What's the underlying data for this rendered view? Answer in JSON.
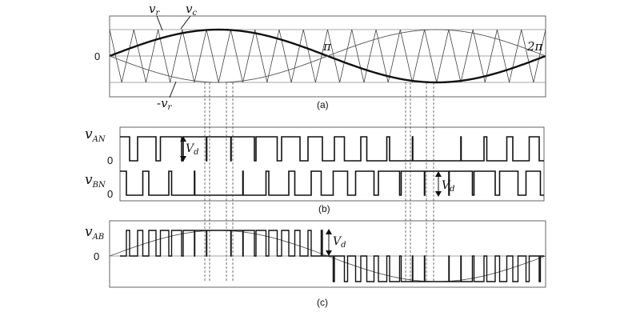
{
  "figure": {
    "panel_a": {
      "caption": "(a)",
      "labels": {
        "vr": "v",
        "vr_sub": "r",
        "vc": "v",
        "vc_sub": "c",
        "neg_vr": "-v",
        "neg_vr_sub": "r",
        "zero": "0",
        "pi": "π",
        "two_pi": "2π"
      }
    },
    "panel_b": {
      "caption": "(b)",
      "labels": {
        "van": "v",
        "van_sub": "AN",
        "vbn": "v",
        "vbn_sub": "BN",
        "zero_an": "0",
        "zero_bn": "0",
        "vd_an": "V",
        "vd_an_sub": "d",
        "vd_bn": "V",
        "vd_bn_sub": "d"
      }
    },
    "panel_c": {
      "caption": "(c)",
      "labels": {
        "vab": "v",
        "vab_sub": "AB",
        "zero": "0",
        "vd": "V",
        "vd_sub": "d"
      }
    },
    "carrier_periods": 18,
    "colors": {
      "ink": "#111111",
      "frame": "#666666",
      "thin": "#555555"
    }
  }
}
